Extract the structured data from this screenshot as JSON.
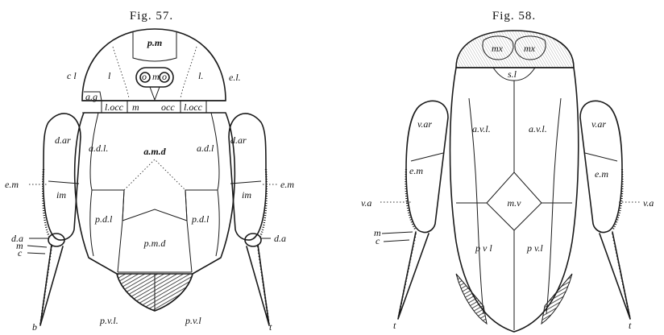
{
  "figures": [
    {
      "title": "Fig. 57.",
      "labels": {
        "pm": "p.m",
        "cl": "c l",
        "l_left": "l",
        "l_right": "l.",
        "el": "e.l.",
        "omo_o1": "o",
        "omo_m": "m",
        "omo_o2": "o",
        "ag": "a.g",
        "locc_left": "l.occ",
        "m": "m",
        "occ": "occ",
        "locc_right": "l.occ",
        "dar_left": "d.ar",
        "dar_right": "d.ar",
        "adl_left": "a.d.l.",
        "amd": "a.m.d",
        "adl_right": "a.d.l",
        "em_left": "e.m",
        "em_right": "e.m",
        "im_left": "im",
        "im_right": "im",
        "pdl_left": "p.d.l",
        "pdl_right": "p.d.l",
        "pmd": "p.m.d",
        "da_left": "d.a",
        "da_right": "d.a",
        "m_left": "m",
        "c_left": "c",
        "b": "b",
        "t": "t",
        "pvl_left": "p.v.l.",
        "pvl_right": "p.v.l"
      }
    },
    {
      "title": "Fig. 58.",
      "labels": {
        "mx_left": "mx",
        "mx_right": "mx",
        "sl": "s.l",
        "var_left": "v.ar",
        "var_right": "v.ar",
        "avl_left": "a.v.l.",
        "avl_right": "a.v.l.",
        "em_left": "e.m",
        "em_right": "e.m",
        "mv": "m.v",
        "va_left": "v.a",
        "va_right": "v.a",
        "m": "m",
        "c": "c",
        "pvl_left": "p v l",
        "pvl_right": "p v.l",
        "t_left": "t",
        "t_right": "t"
      }
    }
  ]
}
